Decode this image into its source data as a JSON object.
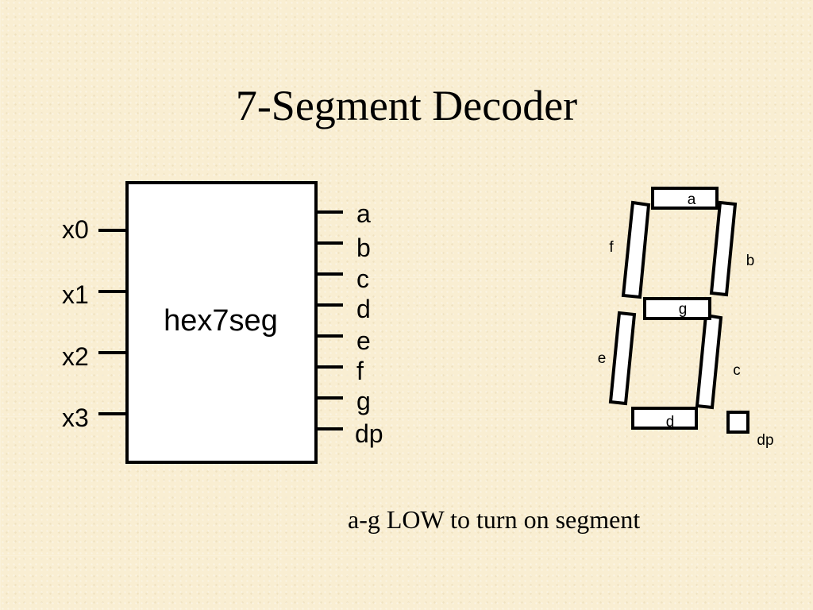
{
  "slide": {
    "title": "7-Segment Decoder",
    "caption": "a-g LOW to turn on segment"
  },
  "decoder_block": {
    "name": "hex7seg",
    "inputs": [
      "x0",
      "x1",
      "x2",
      "x3"
    ],
    "outputs": [
      "a",
      "b",
      "c",
      "d",
      "e",
      "f",
      "g",
      "dp"
    ]
  },
  "seven_segment_display": {
    "segments": {
      "a": "a",
      "b": "b",
      "c": "c",
      "d": "d",
      "e": "e",
      "f": "f",
      "g": "g",
      "dp": "dp"
    }
  },
  "colors": {
    "background": "#f9eed2",
    "stroke": "#000000",
    "fill": "#ffffff"
  }
}
